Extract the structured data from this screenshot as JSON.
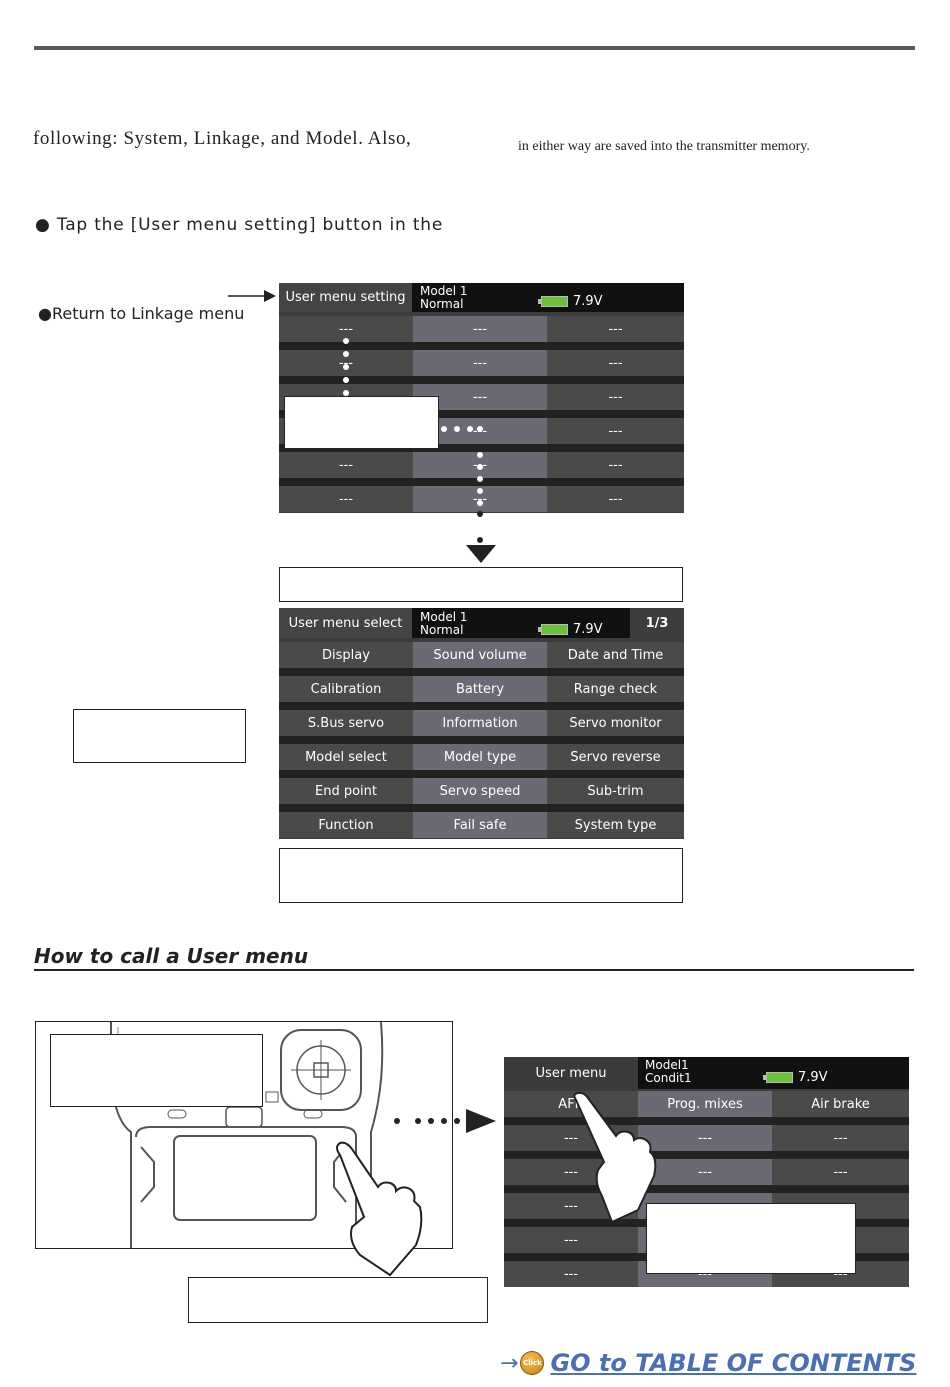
{
  "text": {
    "para1": "following: System, Linkage, and Model.  Also,",
    "para2": "in either way are saved into the transmitter memory.",
    "bullet": "● Tap the [User menu setting] button in the",
    "return_label": "●Return to Linkage menu",
    "section_title": "How to call a User menu",
    "toc": "GO to TABLE OF CONTENTS",
    "toc_arrow": "→",
    "click_badge": "Click"
  },
  "screen1": {
    "title": "User menu setting",
    "model_line1": "Model 1",
    "model_line2": "Normal",
    "battery": "7.9V",
    "placeholder": "---"
  },
  "screen2": {
    "title": "User menu select",
    "model_line1": "Model 1",
    "model_line2": "Normal",
    "battery": "7.9V",
    "page": "1/3",
    "items": [
      [
        "Display",
        "Sound volume",
        "Date and Time"
      ],
      [
        "Calibration",
        "Battery",
        "Range check"
      ],
      [
        "S.Bus servo",
        "Information",
        "Servo monitor"
      ],
      [
        "Model select",
        "Model type",
        "Servo reverse"
      ],
      [
        "End point",
        "Servo speed",
        "Sub-trim"
      ],
      [
        "Function",
        "Fail safe",
        "System type"
      ]
    ]
  },
  "screen3": {
    "title": "User menu",
    "model_line1": "Model1",
    "model_line2": "Condit1",
    "battery": "7.9V",
    "row1": [
      "AFR",
      "Prog. mixes",
      "Air brake"
    ],
    "placeholder": "---"
  },
  "colors": {
    "toc_link": "#4a6fb5",
    "header_bg": "#111111",
    "cell_dark": "#4a4a4a",
    "cell_mid": "#6a6a74"
  }
}
